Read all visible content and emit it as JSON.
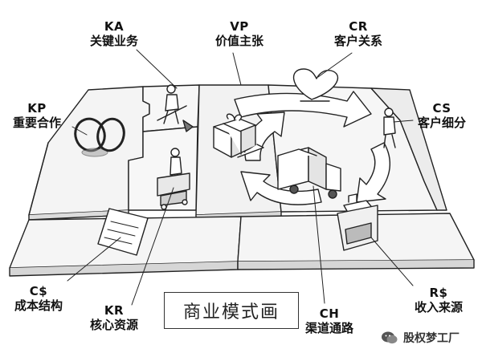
{
  "blocks": {
    "ka": {
      "code": "KA",
      "name": "关键业务"
    },
    "vp": {
      "code": "VP",
      "name": "价值主张"
    },
    "cr": {
      "code": "CR",
      "name": "客户关系"
    },
    "kp": {
      "code": "KP",
      "name": "重要合作"
    },
    "cs": {
      "code": "CS",
      "name": "客户细分"
    },
    "cost": {
      "code": "C$",
      "name": "成本结构"
    },
    "kr": {
      "code": "KR",
      "name": "核心资源"
    },
    "ch": {
      "code": "CH",
      "name": "渠道通路"
    },
    "rev": {
      "code": "R$",
      "name": "收入来源"
    }
  },
  "title": "商业模式画",
  "watermark": "股权梦工厂"
}
